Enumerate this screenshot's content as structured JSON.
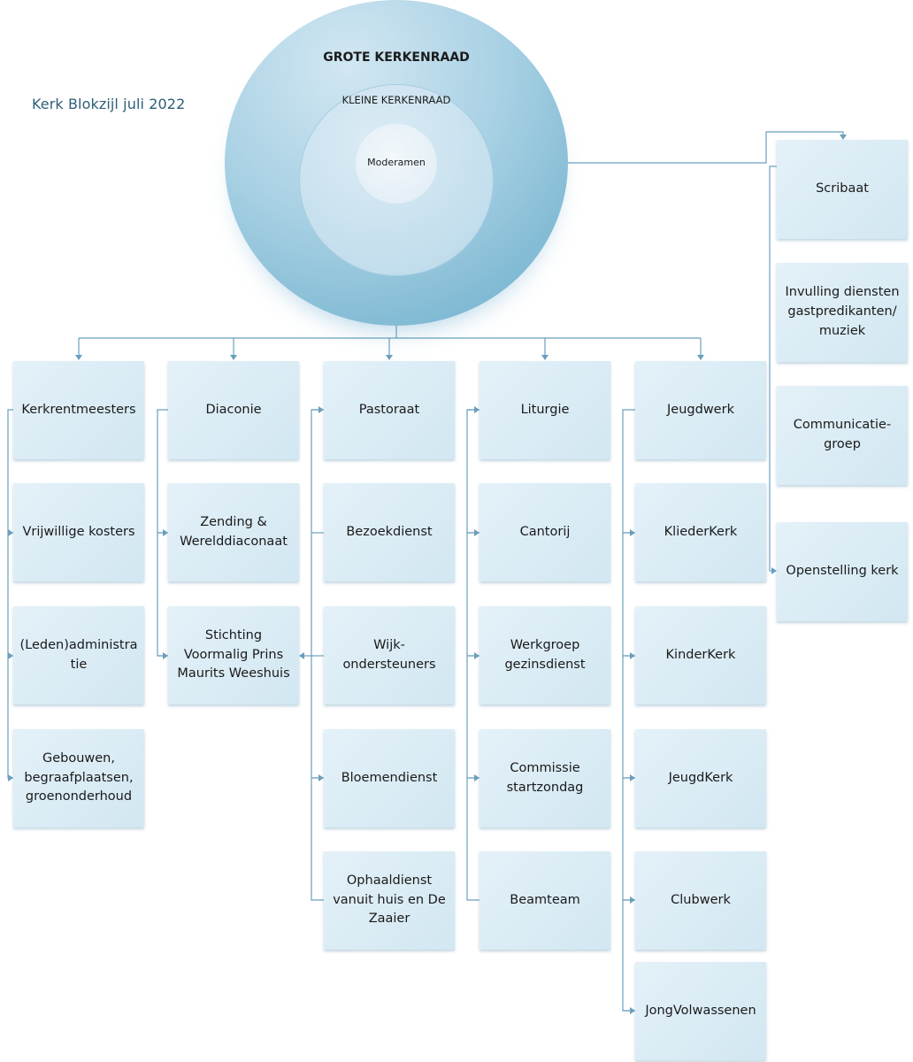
{
  "title": "Kerk Blokzijl juli 2022",
  "circles": {
    "grote": "GROTE KERKENRAAD",
    "kleine": "KLEINE KERKENRAAD",
    "moderamen": "Moderamen"
  },
  "columns": [
    {
      "header": "Kerkrentmeesters",
      "items": [
        "Vrijwillige kosters",
        "(Leden)administra\ntie",
        "Gebouwen,\nbegraafplaatsen,\ngroenonderhoud"
      ]
    },
    {
      "header": "Diaconie",
      "items": [
        "Zending &\nWerelddiaconaat",
        "Stichting\nVoormalig Prins\nMaurits Weeshuis"
      ]
    },
    {
      "header": "Pastoraat",
      "items": [
        "Bezoekdienst",
        "Wijk-\nondersteuners",
        "Bloemendienst",
        "Ophaaldienst\nvanuit huis en De\nZaaier"
      ]
    },
    {
      "header": "Liturgie",
      "items": [
        "Cantorij",
        "Werkgroep\ngezinsdienst",
        "Commissie\nstartzondag",
        "Beamteam"
      ]
    },
    {
      "header": "Jeugdwerk",
      "items": [
        "KliederKerk",
        "KinderKerk",
        "JeugdKerk",
        "Clubwerk",
        "JongVolwassenen"
      ]
    }
  ],
  "scribaat": {
    "header": "Scribaat",
    "items": [
      "Invulling diensten\ngastpredikanten/\nmuziek",
      "Communicatie-\ngroep",
      "Openstelling kerk"
    ]
  },
  "colors": {
    "line": "#6a9fbd",
    "box": "#dcecf5",
    "circle_outer": "#82bbd4",
    "title_text": "#2e5f79"
  }
}
